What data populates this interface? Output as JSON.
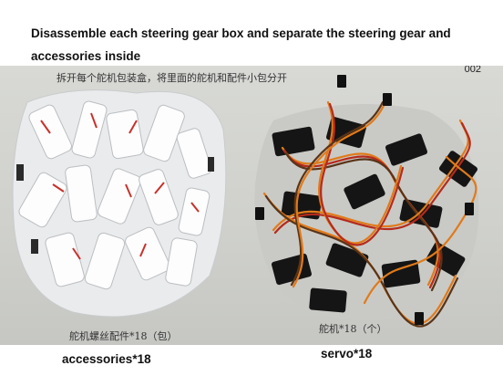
{
  "headline": "Disassemble each steering gear box and separate the steering gear and accessories inside",
  "photo": {
    "instruction_cn": "拆开每个舵机包装盒，将里面的舵机和配件小包分开",
    "code": "002",
    "accessories_cn": "舵机螺丝配件*18（包）",
    "servo_cn": "舵机*18（个）"
  },
  "footer": {
    "accessories_label": "accessories*18",
    "servo_label": "servo*18"
  },
  "colors": {
    "cable_orange": "#e07a1a",
    "cable_red": "#b52a1c",
    "cable_brown": "#5a3418",
    "servo_body": "#1a1a1a",
    "bag_white": "#f4f5f6"
  }
}
